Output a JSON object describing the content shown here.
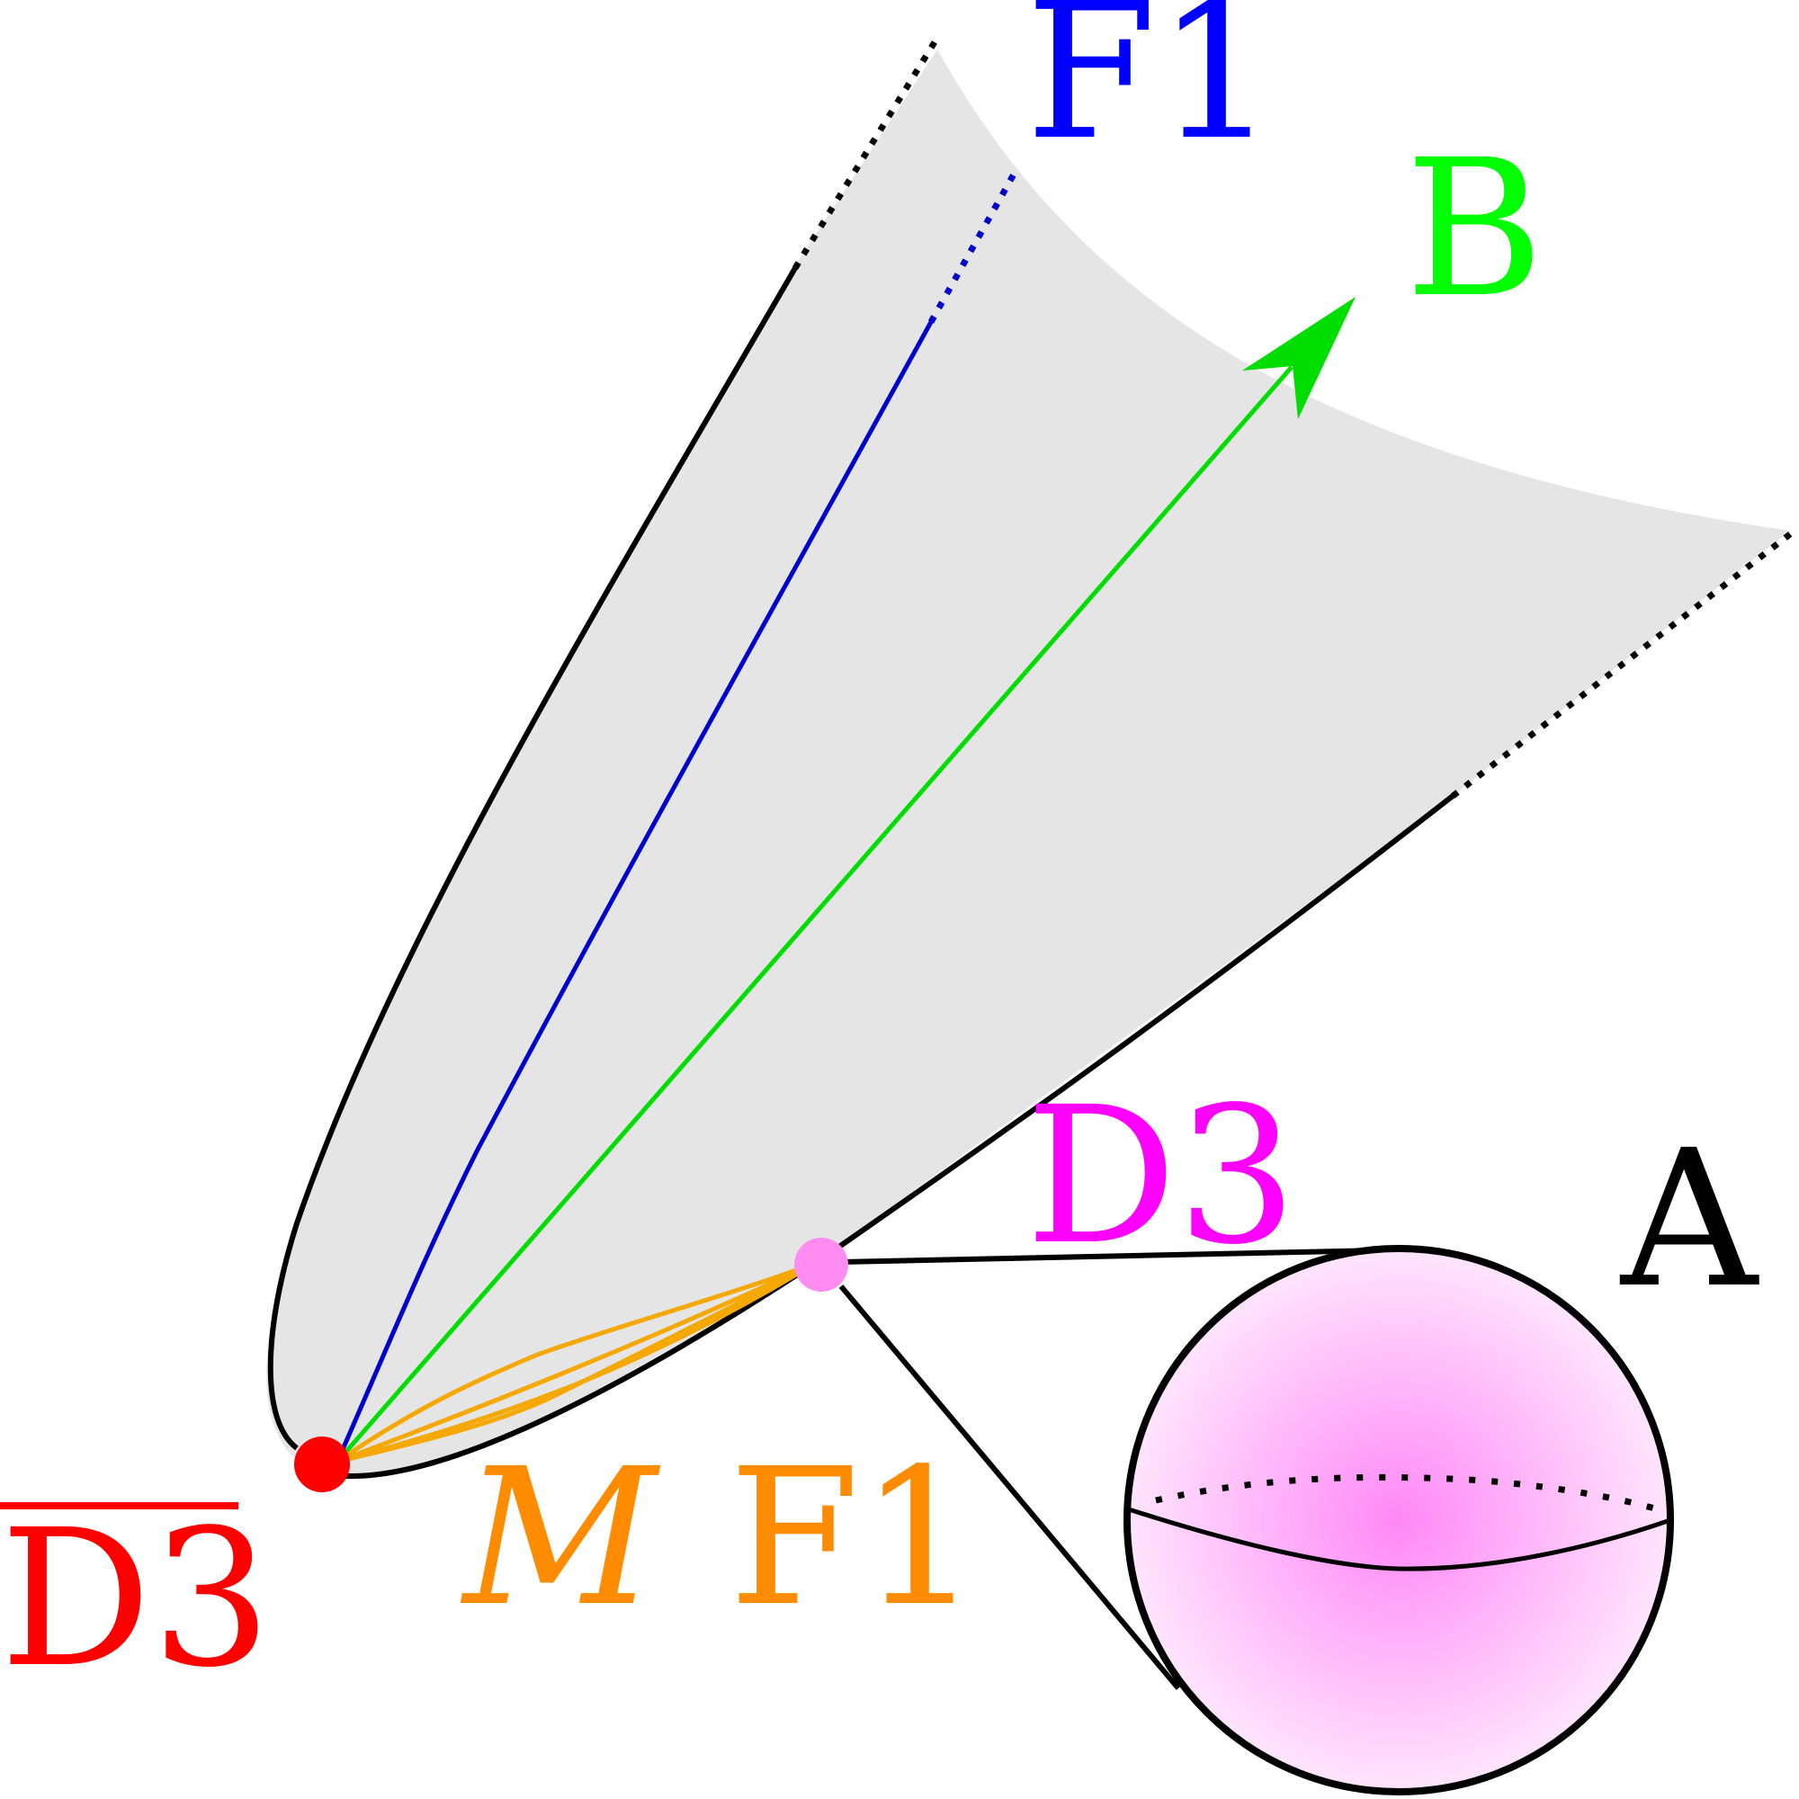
{
  "labels": {
    "f1_top": "F1",
    "b": "B",
    "d3": "D3",
    "a": "A",
    "d3_bar": "D3",
    "m": "M",
    "f1_bottom": "F1"
  },
  "colors": {
    "f1_top": "#0000ff",
    "b": "#00ff00",
    "d3": "#ff00ff",
    "a": "#000000",
    "d3_bar": "#ff0000",
    "m_f1": "#ff8c00",
    "shade": "#e5e5e5",
    "blue_line": "#0000cc",
    "green_line": "#00dd00",
    "orange_strands": "#f5a800",
    "red_point": "#ff0000",
    "pink_point": "#ff8cf0",
    "sphere_center": "#ff88f6"
  }
}
